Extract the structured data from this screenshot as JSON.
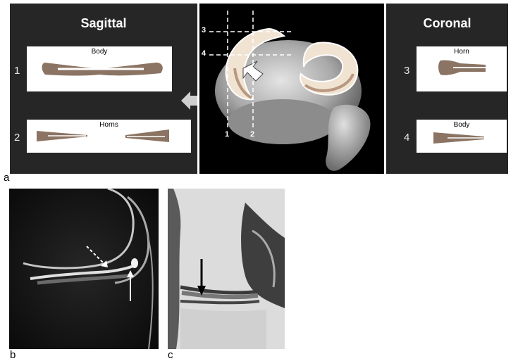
{
  "panel_a": {
    "letter": "a",
    "left_heading": "Sagittal",
    "right_heading": "Coronal",
    "sagittal_boxes": [
      {
        "number": "1",
        "label": "Body"
      },
      {
        "number": "2",
        "label": "Horns"
      }
    ],
    "coronal_boxes": [
      {
        "number": "3",
        "label": "Horn"
      },
      {
        "number": "4",
        "label": "Body"
      }
    ],
    "cut_lines": {
      "h1": "3",
      "h2": "4",
      "v1": "1",
      "v2": "2"
    }
  },
  "panel_b": {
    "letter": "b"
  },
  "panel_c": {
    "letter": "c"
  },
  "colors": {
    "meniscus": "#8b7463",
    "panel_dark": "#262626",
    "divider": "#ffffff"
  }
}
